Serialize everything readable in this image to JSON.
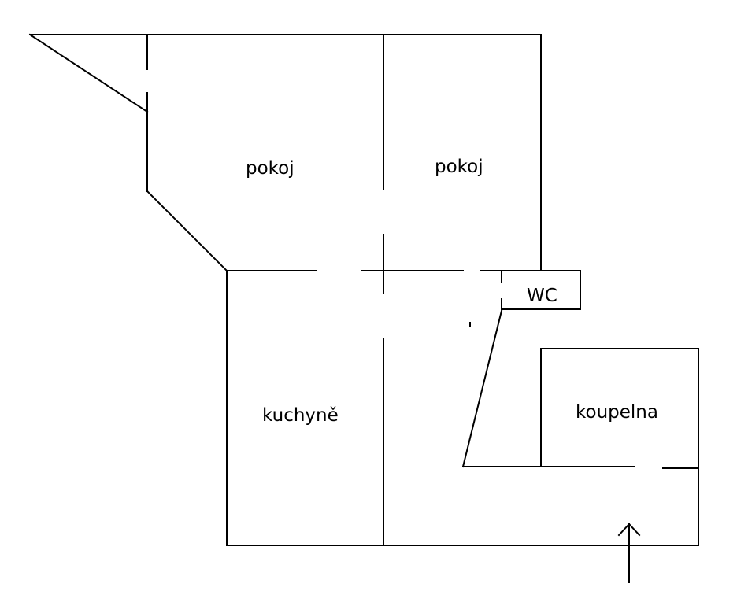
{
  "rooms": [
    {
      "id": "room-1",
      "label": "pokoj"
    },
    {
      "id": "room-2",
      "label": "pokoj"
    },
    {
      "id": "wc",
      "label": "WC"
    },
    {
      "id": "kitchen",
      "label": "kuchyně"
    },
    {
      "id": "bathroom",
      "label": "koupelna"
    }
  ],
  "colors": {
    "line": "#000000",
    "background": "#ffffff"
  },
  "icons": {
    "entrance": "arrow-up-icon"
  }
}
